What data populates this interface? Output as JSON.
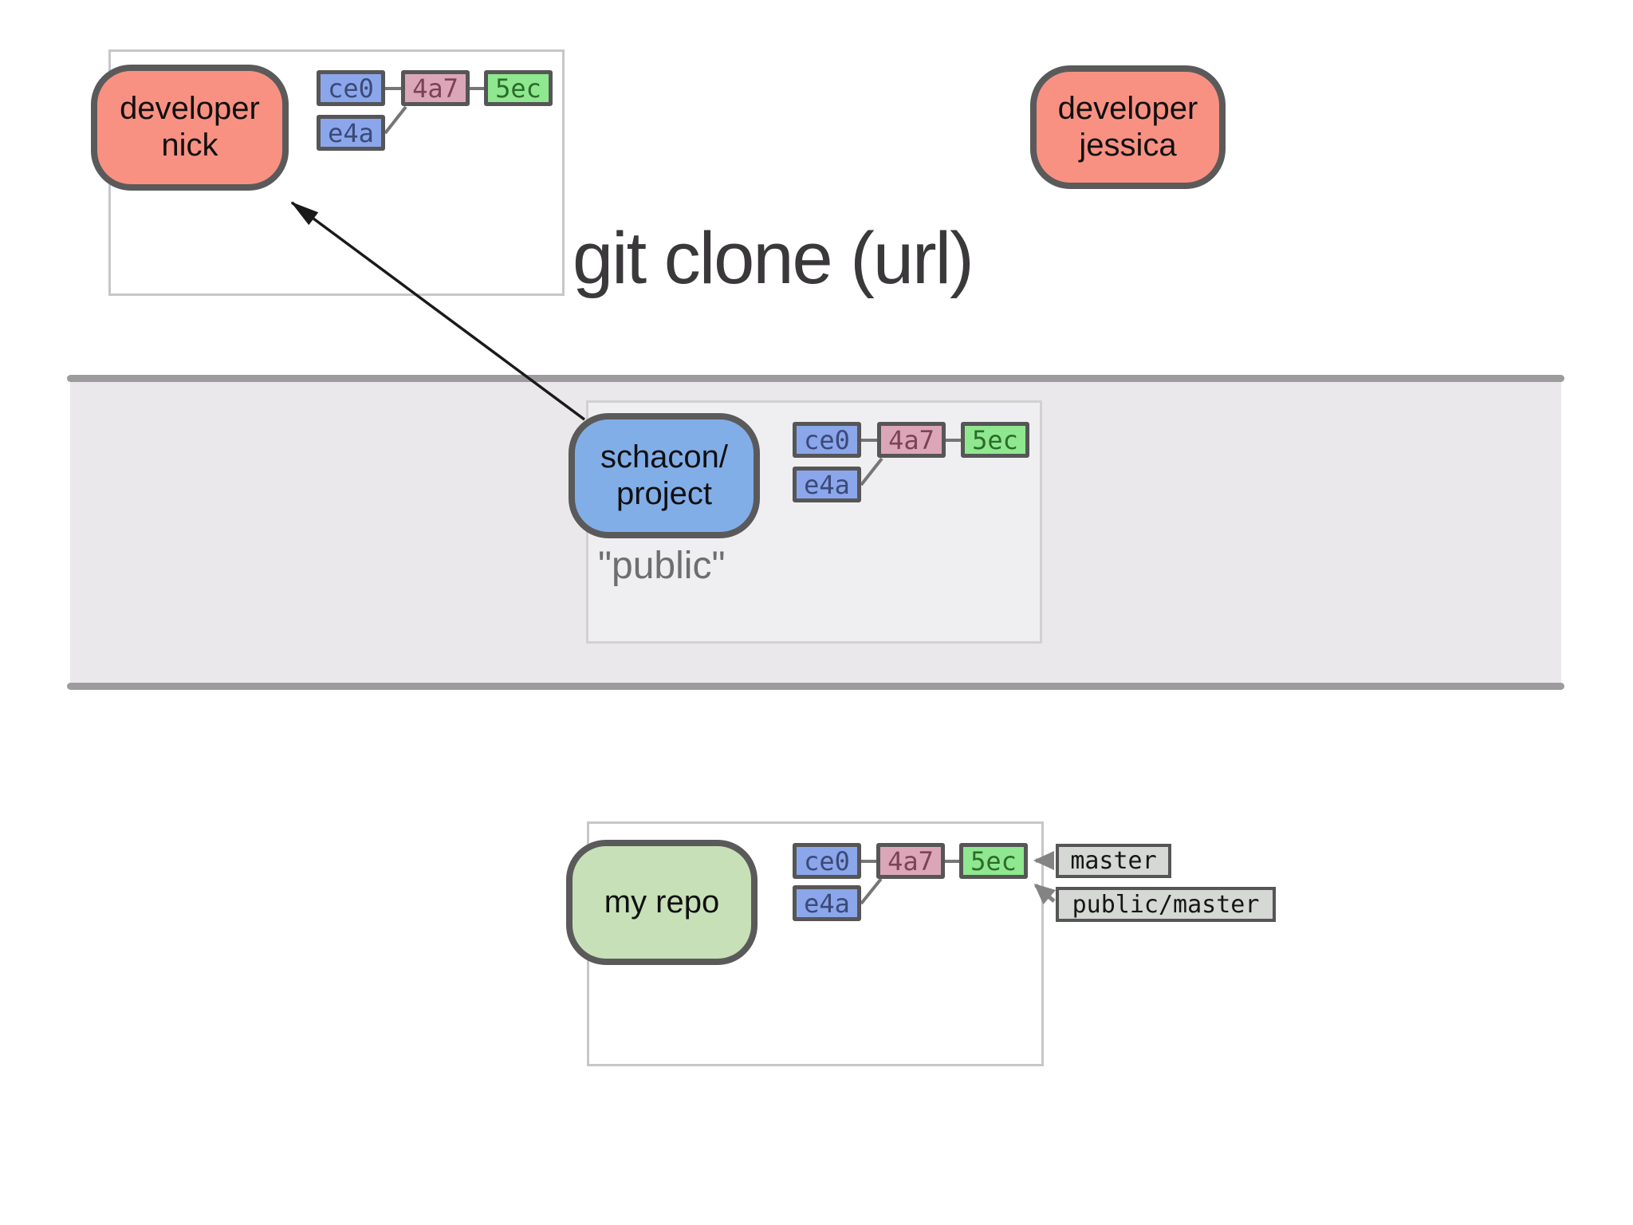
{
  "caption": "git clone (url)",
  "actors": {
    "nick": {
      "line1": "developer",
      "line2": "nick"
    },
    "jessica": {
      "line1": "developer",
      "line2": "jessica"
    },
    "public_repo": {
      "line1": "schacon/",
      "line2": "project",
      "note": "\"public\""
    },
    "my_repo": {
      "label": "my repo"
    }
  },
  "chains": {
    "nick": [
      "ce0",
      "4a7",
      "5ec",
      "e4a"
    ],
    "public_repo": [
      "ce0",
      "4a7",
      "5ec",
      "e4a"
    ],
    "my_repo": [
      "ce0",
      "4a7",
      "5ec",
      "e4a"
    ]
  },
  "refs": {
    "master": "master",
    "public_master": "public/master"
  },
  "colors": {
    "actor_salmon": "#f89182",
    "actor_blue": "#82aee8",
    "actor_green": "#c7e0b8",
    "commit_blue_bg": "#8ba6ea",
    "commit_blue_text": "#3b4a78",
    "commit_pink_bg": "#dba7b8",
    "commit_pink_text": "#7d4256",
    "commit_green_bg": "#8fe88f",
    "commit_green_text": "#2c6b2c",
    "ref_label_bg": "#d5d8d4",
    "band_fill": "#eae8ea",
    "band_line": "#9d9b9d",
    "box_border": "#565656",
    "caption_text": "#3a383a",
    "note_text": "#6e6e6e",
    "arrow_black": "#1a1a1a",
    "arrow_gray": "#838383"
  }
}
